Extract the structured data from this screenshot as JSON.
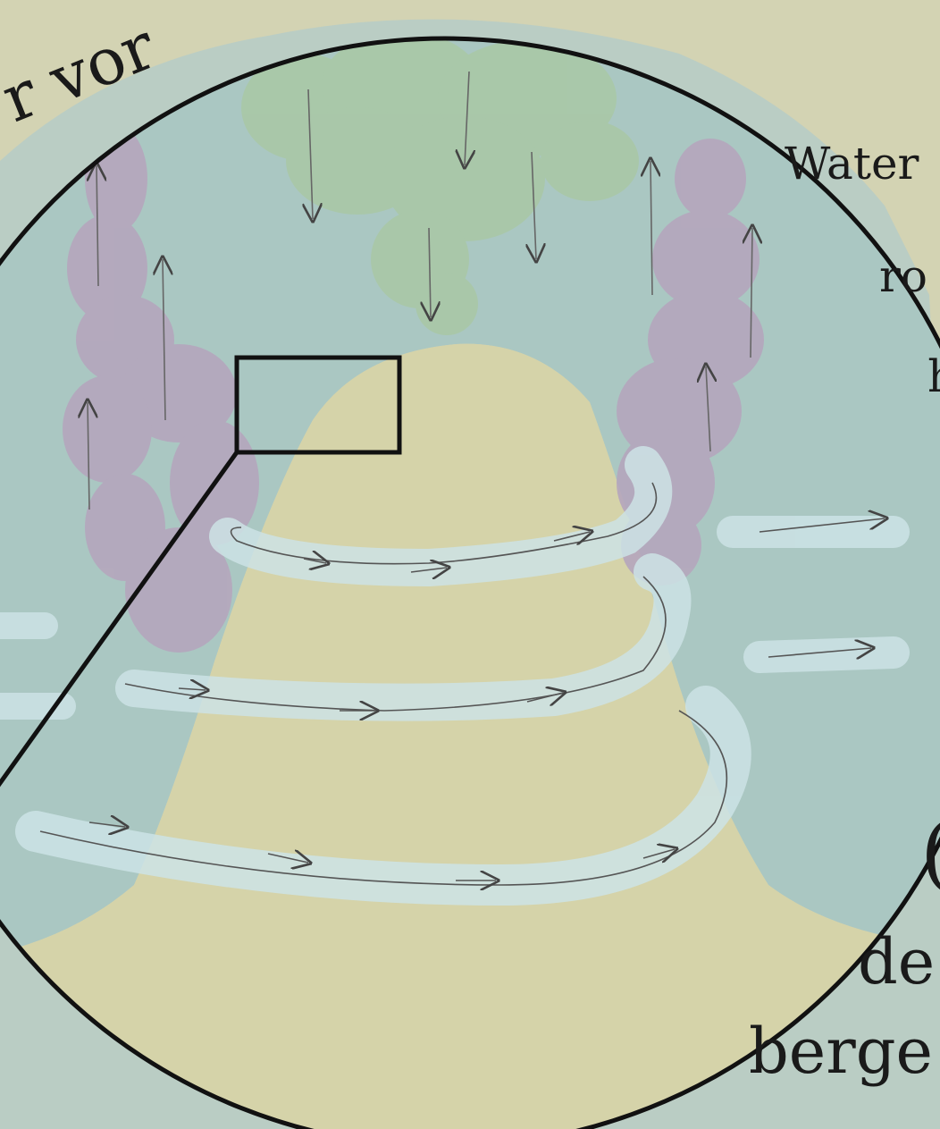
{
  "labels": {
    "top_arc": "r vor",
    "side_1": "Water",
    "side_2": "ro",
    "side_3": "h",
    "bottom_big": "(",
    "bottom_1": "de",
    "bottom_2": "berge",
    "bottom_3": "..."
  },
  "colors": {
    "background": "#d3d3b3",
    "water": "#aac7c2",
    "seamount": "#d5d3a9",
    "downwelling": "#a9c8a7",
    "upwelling": "#b5a6bd",
    "current": "#cde3e6",
    "outline": "#111111"
  }
}
